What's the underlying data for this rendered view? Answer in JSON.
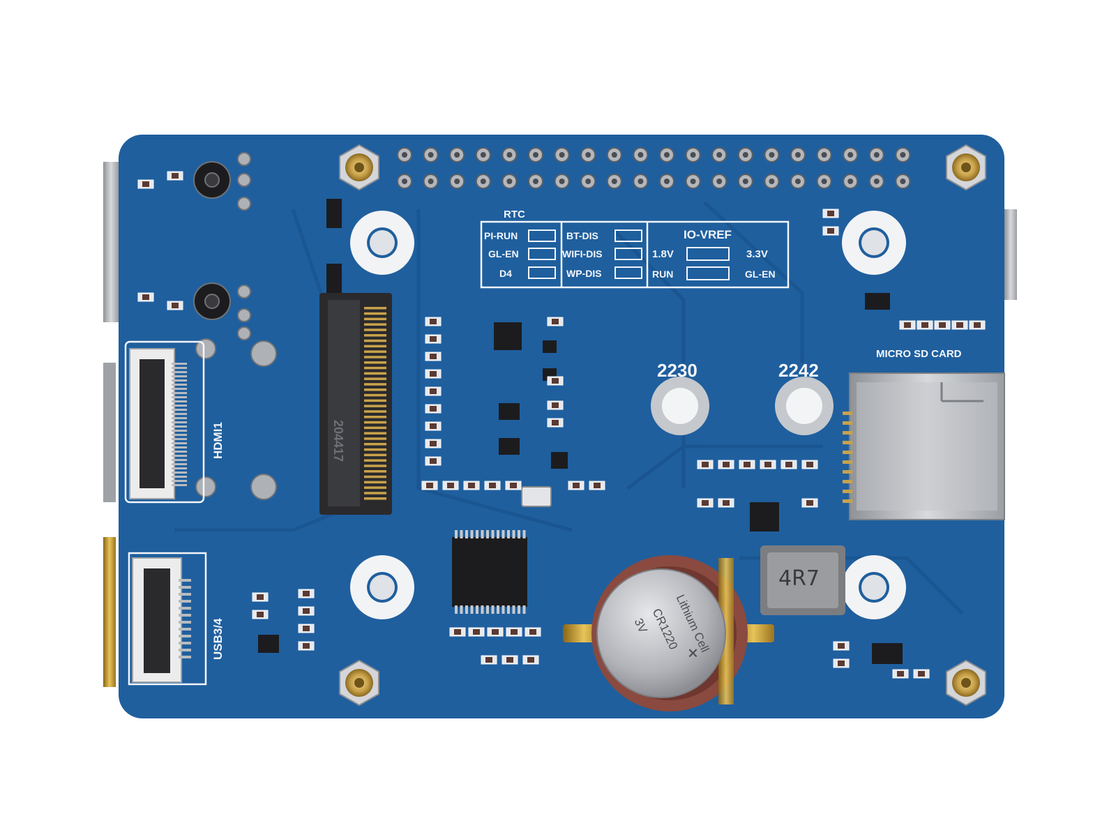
{
  "board": {
    "colors": {
      "pcb": "#1f5f9e",
      "pcb_dark": "#174b80",
      "silkscreen": "#f4f6fa",
      "brass": "#c9a24a",
      "metal": "#b9bcc2",
      "chip": "#1c1c1f",
      "battery_holder": "#8a4a3f"
    },
    "silkscreen": {
      "rtc": "RTC",
      "pi_run": "PI-RUN",
      "gl_en_left": "GL-EN",
      "d4": "D4",
      "bt_dis": "BT-DIS",
      "wifi_dis": "WIFI-DIS",
      "wp_dis": "WP-DIS",
      "io_vref": "IO-VREF",
      "v18": "1.8V",
      "v33": "3.3V",
      "run": "RUN",
      "gl_en_right": "GL-EN",
      "micro_sd": "MICRO SD CARD",
      "size_2230": "2230",
      "size_2242": "2242",
      "hdmi1": "HDMI1",
      "usb34": "USB3/4"
    },
    "component_markings": {
      "m2_slot": "204417",
      "inductor": "4R7",
      "battery_line1": "Lithium Cell",
      "battery_line2": "CR1220",
      "battery_line3": "3V",
      "battery_plus": "+"
    },
    "icons": {
      "standoff": "brass-standoff-icon",
      "mount_hole": "mounting-hole-icon",
      "battery": "coin-cell-battery-icon",
      "sd_slot": "micro-sd-slot-icon"
    }
  }
}
